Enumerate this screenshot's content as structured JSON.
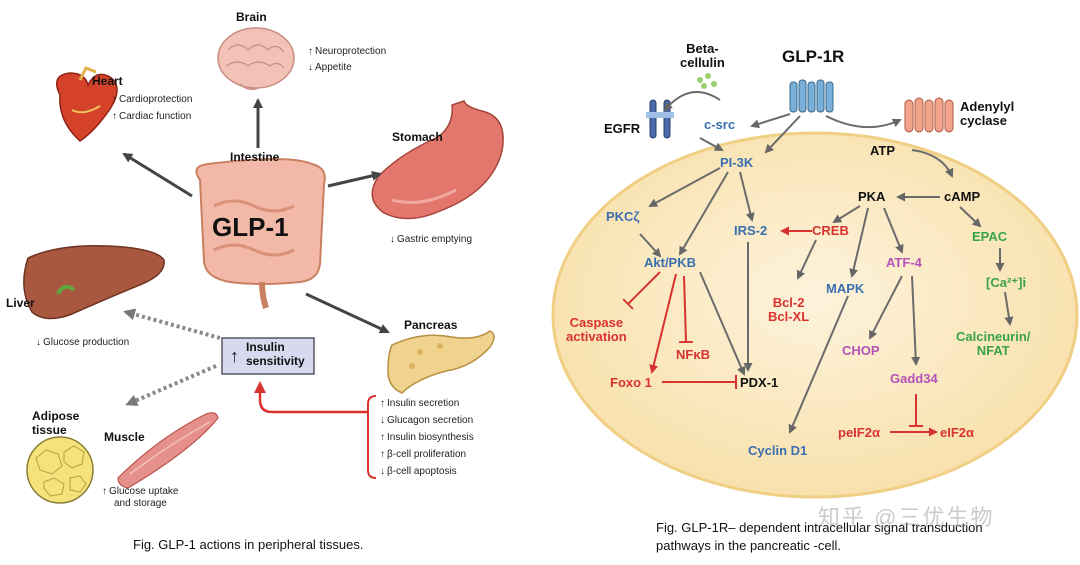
{
  "left_figure": {
    "center_label": "GLP-1",
    "intestine": "Intestine",
    "brain": {
      "name": "Brain",
      "effects": [
        {
          "dir": "up",
          "text": "Neuroprotection"
        },
        {
          "dir": "down",
          "text": "Appetite"
        }
      ]
    },
    "heart": {
      "name": "Heart",
      "effects": [
        {
          "dir": "up",
          "text": "Cardioprotection"
        },
        {
          "dir": "up",
          "text": "Cardiac function"
        }
      ]
    },
    "stomach": {
      "name": "Stomach",
      "effects": [
        {
          "dir": "down",
          "text": "Gastric emptying"
        }
      ]
    },
    "liver": {
      "name": "Liver",
      "effects": [
        {
          "dir": "down",
          "text": "Glucose production"
        }
      ]
    },
    "pancreas": {
      "name": "Pancreas",
      "effects": [
        {
          "dir": "up",
          "text": "Insulin secretion"
        },
        {
          "dir": "down",
          "text": "Glucagon secretion"
        },
        {
          "dir": "up",
          "text": "Insulin biosynthesis"
        },
        {
          "dir": "up",
          "text": "β-cell proliferation"
        },
        {
          "dir": "down",
          "text": "β-cell apoptosis"
        }
      ]
    },
    "insulin_box": {
      "line1": "Insulin",
      "line2": "sensitivity"
    },
    "adipose": {
      "line1": "Adipose",
      "line2": "tissue"
    },
    "muscle": {
      "name": "Muscle",
      "effects": [
        {
          "dir": "up",
          "text": "Glucose uptake"
        }
      ],
      "effect_line2": "and storage"
    },
    "caption": "Fig. GLP-1 actions in peripheral tissues."
  },
  "right_figure": {
    "receptor": "GLP-1R",
    "beta_cellulin": {
      "line1": "Beta-",
      "line2": "cellulin"
    },
    "egfr": "EGFR",
    "adenylyl": {
      "line1": "Adenylyl",
      "line2": "cyclase"
    },
    "nodes": {
      "c_src": "c-src",
      "pi3k": "PI-3K",
      "atp": "ATP",
      "pka": "PKA",
      "camp": "cAMP",
      "pkc": "PKCζ",
      "irs2": "IRS-2",
      "creb": "CREB",
      "epac": "EPAC",
      "akt": "Akt/PKB",
      "atf4": "ATF-4",
      "ca": "[Ca²⁺]i",
      "mapk": "MAPK",
      "bcl": {
        "line1": "Bcl-2",
        "line2": "Bcl-XL"
      },
      "caspase": {
        "line1": "Caspase",
        "line2": "activation"
      },
      "calcineurin": {
        "line1": "Calcineurin/",
        "line2": "NFAT"
      },
      "nfkb": "NFκB",
      "chop": "CHOP",
      "foxo": "Foxo 1",
      "pdx": "PDX-1",
      "gadd": "Gadd34",
      "peif": "peIF2α",
      "eif": "eIF2α",
      "cyclin": "Cyclin D1"
    },
    "caption_line1": "Fig. GLP-1R– dependent intracellular signal transduction",
    "caption_line2": "pathways in the pancreatic -cell."
  },
  "watermark": "知乎 @三优生物",
  "colors": {
    "blue": "#3a6fb0",
    "red": "#d8332e",
    "green": "#3aa347",
    "purple": "#b552b8",
    "cell_fill": "#fbe9c2",
    "cell_stroke": "#f0cf85"
  }
}
